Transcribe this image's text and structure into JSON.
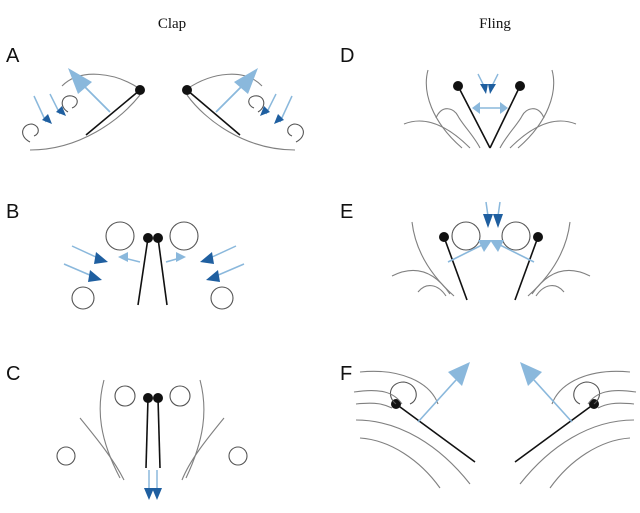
{
  "titles": {
    "left": "Clap",
    "right": "Fling"
  },
  "panels": [
    "A",
    "B",
    "C",
    "D",
    "E",
    "F"
  ],
  "colors": {
    "dark_blue": "#1f5fa0",
    "light_blue": "#8ab8dc",
    "wing": "#111111",
    "stream": "#808080"
  }
}
